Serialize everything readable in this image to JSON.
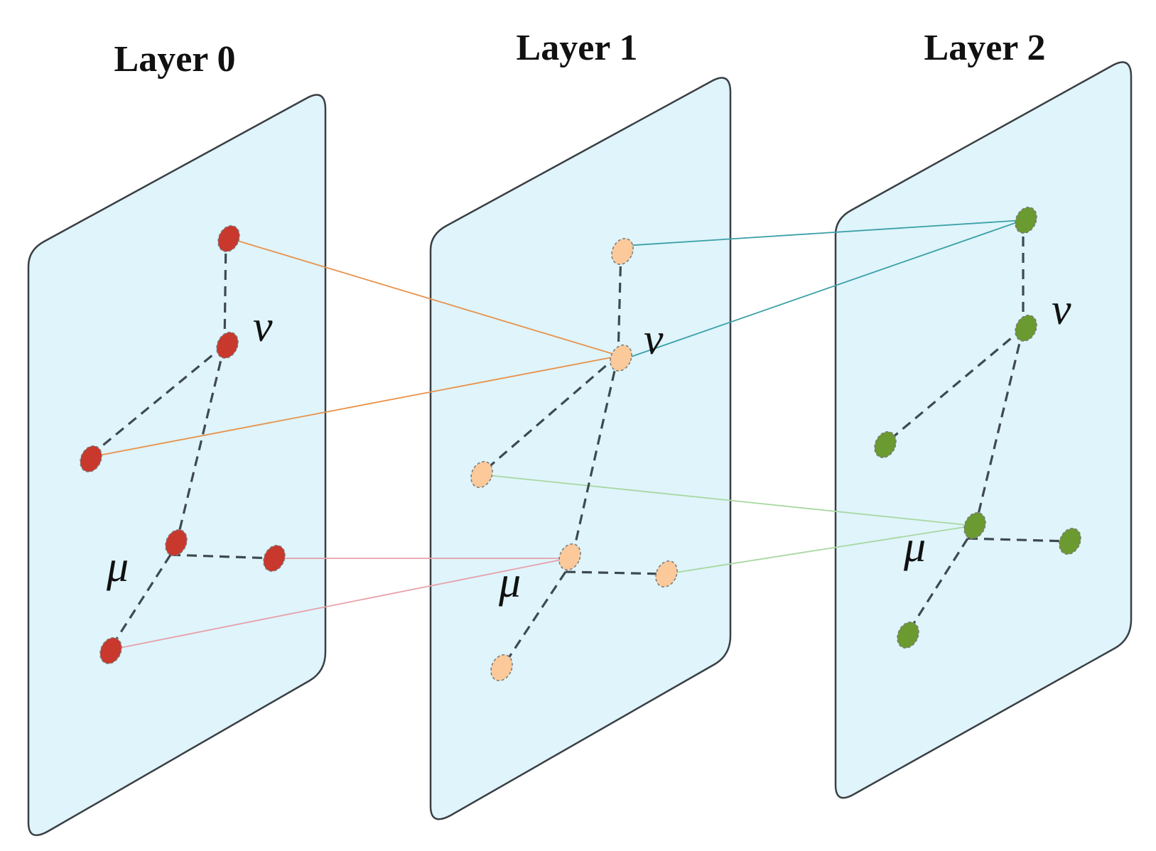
{
  "layers": [
    {
      "title": "Layer 0",
      "fill": "#dff4fb",
      "node_color": "#c8382c"
    },
    {
      "title": "Layer 1",
      "fill": "#dff4fb",
      "node_color": "#fbc99a"
    },
    {
      "title": "Layer 2",
      "fill": "#dff4fb",
      "node_color": "#6a9a30"
    }
  ],
  "node_labels": {
    "v": "ν",
    "mu": "μ"
  },
  "colors": {
    "plane_stroke": "#3a3f44",
    "dashed_edge": "#3d4a4f",
    "link_0_1_v": "#e8924a",
    "link_1_2_v": "#3aa0a8",
    "link_0_1_mu": "#e8a0a8",
    "link_1_2_mu": "#a8d8a0"
  }
}
